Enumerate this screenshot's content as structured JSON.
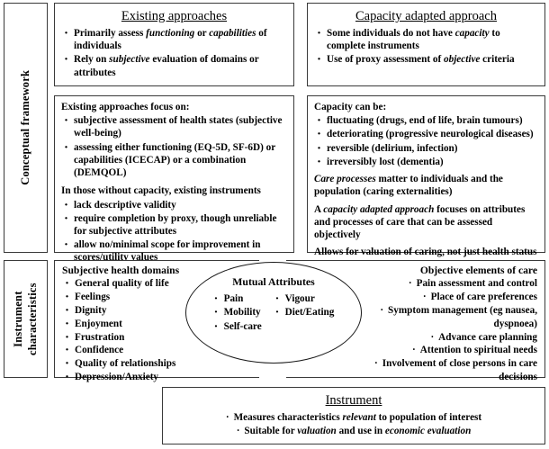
{
  "side_labels": {
    "conceptual_framework": "Conceptual framework",
    "instrument_characteristics_line1": "Instrument",
    "instrument_characteristics_line2": "characteristics"
  },
  "existing_approaches": {
    "title": "Existing approaches",
    "bullets": [
      "Primarily assess <i>functioning</i> or <i>capabilities</i> of individuals",
      "Rely on <i>subjective</i> evaluation of domains or attributes"
    ]
  },
  "capacity_adapted_approach": {
    "title": "Capacity adapted approach",
    "bullets": [
      "Some individuals do not have <i>capacity</i> to complete instruments",
      "Use of proxy assessment of <i>objective</i> criteria"
    ]
  },
  "existing_focus": {
    "lead1": "Existing approaches focus on:",
    "bullets1": [
      "subjective assessment of health states (subjective well-being)",
      "assessing either functioning (EQ-5D, SF-6D) or capabilities (ICECAP) or a combination (DEMQOL)"
    ],
    "lead2": "In those without capacity, existing instruments",
    "bullets2": [
      "lack descriptive validity",
      "require completion by proxy, though unreliable for subjective attributes",
      "allow no/minimal scope for improvement in scores/utility values"
    ]
  },
  "capacity_detail": {
    "lead": "Capacity can be:",
    "bullets": [
      "fluctuating (drugs, end of life, brain tumours)",
      "deteriorating (progressive neurological diseases)",
      "reversible (delirium, infection)",
      "irreversibly lost (dementia)"
    ],
    "paragraphs": [
      "<i>Care processes</i> matter to individuals and the population (caring externalities)",
      "A <i>capacity adapted approach</i> focuses on attributes and processes of care that can be assessed objectively",
      "Allows for valuation of caring, not just health status"
    ]
  },
  "subjective_domains": {
    "title": "Subjective health domains",
    "items": [
      "General quality of life",
      "Feelings",
      "Dignity",
      "Enjoyment",
      "Frustration",
      "Confidence",
      "Quality of relationships",
      "Depression/Anxiety"
    ]
  },
  "mutual_attributes": {
    "title": "Mutual Attributes",
    "column_left": [
      "Pain",
      "Mobility",
      "Self-care"
    ],
    "column_right": [
      "Vigour",
      "Diet/Eating"
    ]
  },
  "objective_elements": {
    "title": "Objective elements of care",
    "items": [
      "Pain assessment and control",
      "Place of care preferences",
      "Symptom management (eg nausea, dyspnoea)",
      "Advance care planning",
      "Attention to spiritual needs",
      "Involvement of close  persons in care decisions"
    ]
  },
  "instrument": {
    "title": "Instrument",
    "bullets": [
      "Measures characteristics <i>relevant</i> to population of interest",
      "Suitable for <i>valuation</i> and use in <i>economic evaluation</i>"
    ]
  },
  "bullet_glyph": "·",
  "colors": {
    "border": "#3a3a3a",
    "ellipse_border": "#1a1a1a",
    "background": "#ffffff",
    "text": "#000000"
  }
}
